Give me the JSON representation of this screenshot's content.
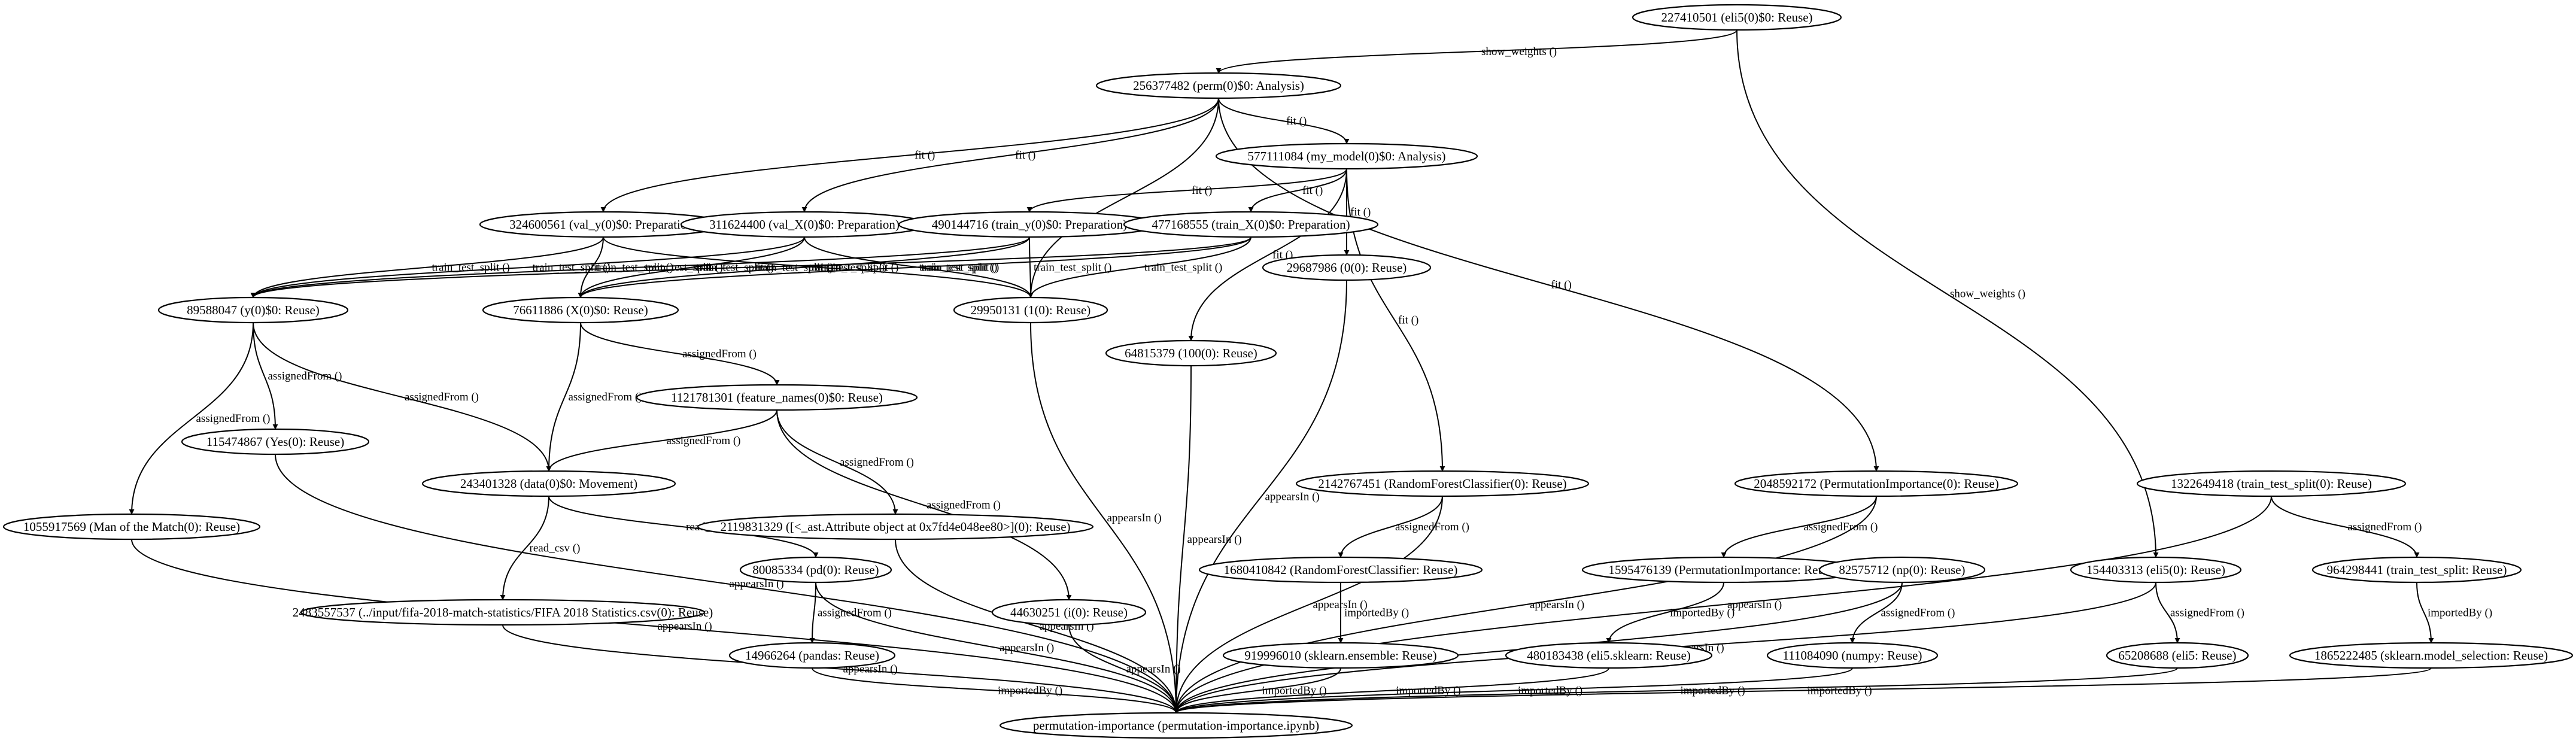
{
  "graph": {
    "nodes": [
      {
        "id": "n227410501",
        "label": "227410501 (eli5(0)$0: Reuse)"
      },
      {
        "id": "n256377482",
        "label": "256377482 (perm(0)$0: Analysis)"
      },
      {
        "id": "n577111084",
        "label": "577111084 (my_model(0)$0: Analysis)"
      },
      {
        "id": "n324600561",
        "label": "324600561 (val_y(0)$0: Preparation)"
      },
      {
        "id": "n311624400",
        "label": "311624400 (val_X(0)$0: Preparation)"
      },
      {
        "id": "n490144716",
        "label": "490144716 (train_y(0)$0: Preparation)"
      },
      {
        "id": "n477168555",
        "label": "477168555 (train_X(0)$0: Preparation)"
      },
      {
        "id": "n29687986",
        "label": "29687986 (0(0): Reuse)"
      },
      {
        "id": "n89588047",
        "label": "89588047 (y(0)$0: Reuse)"
      },
      {
        "id": "n76611886",
        "label": "76611886 (X(0)$0: Reuse)"
      },
      {
        "id": "n29950131",
        "label": "29950131 (1(0): Reuse)"
      },
      {
        "id": "n64815379",
        "label": "64815379 (100(0): Reuse)"
      },
      {
        "id": "n115474867",
        "label": "115474867 (Yes(0): Reuse)"
      },
      {
        "id": "n1121781301",
        "label": "1121781301 (feature_names(0)$0: Reuse)"
      },
      {
        "id": "n243401328",
        "label": "243401328 (data(0)$0: Movement)"
      },
      {
        "id": "n2142767451",
        "label": "2142767451 (RandomForestClassifier(0): Reuse)"
      },
      {
        "id": "n2048592172",
        "label": "2048592172 (PermutationImportance(0): Reuse)"
      },
      {
        "id": "n1322649418",
        "label": "1322649418 (train_test_split(0): Reuse)"
      },
      {
        "id": "n1055917569",
        "label": "1055917569 (Man of the Match(0): Reuse)"
      },
      {
        "id": "n2119831329",
        "label": "2119831329 ([<_ast.Attribute object at 0x7fd4e048ee80>](0): Reuse)"
      },
      {
        "id": "n80085334",
        "label": "80085334 (pd(0): Reuse)"
      },
      {
        "id": "n1680410842",
        "label": "1680410842 (RandomForestClassifier: Reuse)"
      },
      {
        "id": "n1595476139",
        "label": "1595476139 (PermutationImportance: Reuse)"
      },
      {
        "id": "n82575712",
        "label": "82575712 (np(0): Reuse)"
      },
      {
        "id": "n154403313",
        "label": "154403313 (eli5(0): Reuse)"
      },
      {
        "id": "n964298441",
        "label": "964298441 (train_test_split: Reuse)"
      },
      {
        "id": "n2483557537",
        "label": "2483557537 (../input/fifa-2018-match-statistics/FIFA 2018 Statistics.csv(0): Reuse)"
      },
      {
        "id": "n44630251",
        "label": "44630251 (i(0): Reuse)"
      },
      {
        "id": "n14966264",
        "label": "14966264 (pandas: Reuse)"
      },
      {
        "id": "n919996010",
        "label": "919996010 (sklearn.ensemble: Reuse)"
      },
      {
        "id": "n480183438",
        "label": "480183438 (eli5.sklearn: Reuse)"
      },
      {
        "id": "n111084090",
        "label": "111084090 (numpy: Reuse)"
      },
      {
        "id": "n65208688",
        "label": "65208688 (eli5: Reuse)"
      },
      {
        "id": "n1865222485",
        "label": "1865222485 (sklearn.model_selection: Reuse)"
      },
      {
        "id": "nroot",
        "label": "permutation-importance (permutation-importance.ipynb)"
      }
    ],
    "edges": [
      {
        "from": "n227410501",
        "to": "n256377482",
        "label": "show_weights ()"
      },
      {
        "from": "n227410501",
        "to": "n154403313",
        "label": "show_weights ()"
      },
      {
        "from": "n256377482",
        "to": "n577111084",
        "label": "fit ()"
      },
      {
        "from": "n256377482",
        "to": "n324600561",
        "label": "fit ()"
      },
      {
        "from": "n256377482",
        "to": "n311624400",
        "label": "fit ()"
      },
      {
        "from": "n256377482",
        "to": "n29950131",
        "label": ""
      },
      {
        "from": "n256377482",
        "to": "n2048592172",
        "label": "fit ()"
      },
      {
        "from": "n577111084",
        "to": "n490144716",
        "label": "fit ()"
      },
      {
        "from": "n577111084",
        "to": "n477168555",
        "label": "fit ()"
      },
      {
        "from": "n577111084",
        "to": "n29687986",
        "label": "fit ()"
      },
      {
        "from": "n577111084",
        "to": "n64815379",
        "label": "fit ()"
      },
      {
        "from": "n577111084",
        "to": "n2142767451",
        "label": "fit ()"
      },
      {
        "from": "n324600561",
        "to": "n89588047",
        "label": "train_test_split ()"
      },
      {
        "from": "n324600561",
        "to": "n76611886",
        "label": "train_test_split ()"
      },
      {
        "from": "n324600561",
        "to": "n29950131",
        "label": "train_test_split ()"
      },
      {
        "from": "n311624400",
        "to": "n89588047",
        "label": "train_test_split ()"
      },
      {
        "from": "n311624400",
        "to": "n76611886",
        "label": "train_test_split ()"
      },
      {
        "from": "n311624400",
        "to": "n29950131",
        "label": "train_test_split ()"
      },
      {
        "from": "n490144716",
        "to": "n89588047",
        "label": "train_test_split ()"
      },
      {
        "from": "n490144716",
        "to": "n76611886",
        "label": "train_test_split ()"
      },
      {
        "from": "n490144716",
        "to": "n29950131",
        "label": "train_test_split ()"
      },
      {
        "from": "n477168555",
        "to": "n89588047",
        "label": "train_test_split ()"
      },
      {
        "from": "n477168555",
        "to": "n76611886",
        "label": "train_test_split ()"
      },
      {
        "from": "n477168555",
        "to": "n29950131",
        "label": "train_test_split ()"
      },
      {
        "from": "n89588047",
        "to": "n115474867",
        "label": "assignedFrom ()"
      },
      {
        "from": "n89588047",
        "to": "n1055917569",
        "label": "assignedFrom ()"
      },
      {
        "from": "n89588047",
        "to": "n243401328",
        "label": "assignedFrom ()"
      },
      {
        "from": "n76611886",
        "to": "n1121781301",
        "label": "assignedFrom ()"
      },
      {
        "from": "n76611886",
        "to": "n243401328",
        "label": "assignedFrom ()"
      },
      {
        "from": "n1121781301",
        "to": "n243401328",
        "label": "assignedFrom ()"
      },
      {
        "from": "n1121781301",
        "to": "n2119831329",
        "label": "assignedFrom ()"
      },
      {
        "from": "n1121781301",
        "to": "n44630251",
        "label": "assignedFrom ()"
      },
      {
        "from": "n243401328",
        "to": "n2483557537",
        "label": "read_csv ()"
      },
      {
        "from": "n243401328",
        "to": "n80085334",
        "label": "read_csv ()"
      },
      {
        "from": "n80085334",
        "to": "n14966264",
        "label": "assignedFrom ()"
      },
      {
        "from": "n2142767451",
        "to": "n1680410842",
        "label": "assignedFrom ()"
      },
      {
        "from": "n1680410842",
        "to": "n919996010",
        "label": "importedBy ()"
      },
      {
        "from": "n2048592172",
        "to": "n1595476139",
        "label": "assignedFrom ()"
      },
      {
        "from": "n1595476139",
        "to": "n480183438",
        "label": "importedBy ()"
      },
      {
        "from": "n82575712",
        "to": "n111084090",
        "label": "assignedFrom ()"
      },
      {
        "from": "n154403313",
        "to": "n65208688",
        "label": "assignedFrom ()"
      },
      {
        "from": "n1322649418",
        "to": "n964298441",
        "label": "assignedFrom ()"
      },
      {
        "from": "n964298441",
        "to": "n1865222485",
        "label": "importedBy ()"
      },
      {
        "from": "n1055917569",
        "to": "nroot",
        "label": "appearsIn ()"
      },
      {
        "from": "n115474867",
        "to": "nroot",
        "label": "appearsIn ()"
      },
      {
        "from": "n2483557537",
        "to": "nroot",
        "label": "appearsIn ()"
      },
      {
        "from": "n14966264",
        "to": "nroot",
        "label": "importedBy ()"
      },
      {
        "from": "n80085334",
        "to": "nroot",
        "label": "appearsIn ()"
      },
      {
        "from": "n2119831329",
        "to": "nroot",
        "label": "appearsIn ()"
      },
      {
        "from": "n44630251",
        "to": "nroot",
        "label": "appearsIn ()"
      },
      {
        "from": "n29950131",
        "to": "nroot",
        "label": "appearsIn ()"
      },
      {
        "from": "n64815379",
        "to": "nroot",
        "label": "appearsIn ()"
      },
      {
        "from": "n29687986",
        "to": "nroot",
        "label": "appearsIn ()"
      },
      {
        "from": "n919996010",
        "to": "nroot",
        "label": "importedBy ()"
      },
      {
        "from": "n2142767451",
        "to": "nroot",
        "label": "appearsIn ()"
      },
      {
        "from": "n480183438",
        "to": "nroot",
        "label": "importedBy ()"
      },
      {
        "from": "n2048592172",
        "to": "nroot",
        "label": "appearsIn ()"
      },
      {
        "from": "n111084090",
        "to": "nroot",
        "label": "importedBy ()"
      },
      {
        "from": "n82575712",
        "to": "nroot",
        "label": "appearsIn ()"
      },
      {
        "from": "n154403313",
        "to": "nroot",
        "label": "appearsIn ()"
      },
      {
        "from": "n65208688",
        "to": "nroot",
        "label": "importedBy ()"
      },
      {
        "from": "n1865222485",
        "to": "nroot",
        "label": "importedBy ()"
      },
      {
        "from": "n1322649418",
        "to": "nroot",
        "label": "appearsIn ()"
      }
    ]
  }
}
